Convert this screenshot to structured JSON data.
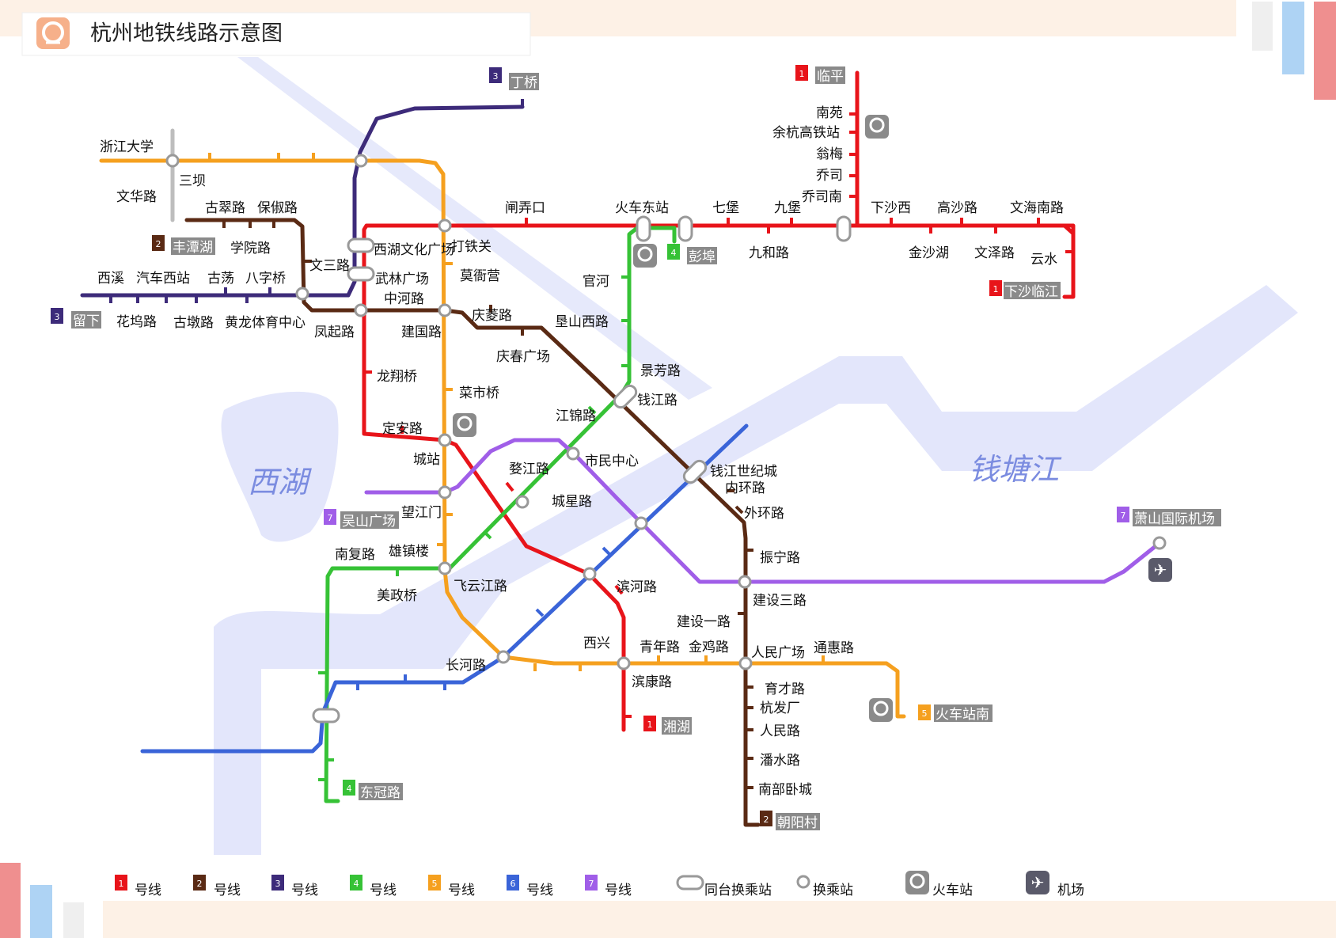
{
  "title": "杭州地铁线路示意图",
  "colors": {
    "line1": "#e8141a",
    "line2": "#5a2a14",
    "line3": "#3d2b7a",
    "line4": "#36c236",
    "line5": "#f5a01f",
    "line6": "#3a64d8",
    "line7": "#a05ee8",
    "sanba": "#bdbdbd",
    "water": "#e3e6fb",
    "header": "#fdf1e6",
    "icon": "#8a8a8a"
  },
  "lakes": {
    "west": "西湖",
    "river": "钱塘江"
  },
  "badge_numbers": {
    "l1": "1",
    "l2": "2",
    "l3": "3",
    "l4": "4",
    "l5": "5",
    "l6": "6",
    "l7": "7"
  },
  "terminals": {
    "t1_north": "临平",
    "t1_east": "下沙临江",
    "t1_south": "湘湖",
    "t2_west": "丰潭湖",
    "t2_south": "朝阳村",
    "t3_north": "丁桥",
    "t3_west": "留下",
    "t4_north": "彭埠",
    "t4_south": "东冠路",
    "t5_east": "火车站南",
    "t7_west": "吴山广场",
    "t7_east": "萧山国际机场"
  },
  "stations": {
    "nanyuan": "南苑",
    "yuhang_gaotie": "余杭高铁站",
    "wengmei": "翁梅",
    "qiaosi": "乔司",
    "qiaosinan": "乔司南",
    "xiashaxi": "下沙西",
    "gaoshalu": "高沙路",
    "wenhai_nanlu": "文海南路",
    "jinshahu": "金沙湖",
    "wenzelu": "文泽路",
    "yunshui": "云水",
    "qibao": "七堡",
    "jiubao": "九堡",
    "jiuhelu": "九和路",
    "huochedong": "火车东站",
    "zhanongkou": "闸弄口",
    "zju": "浙江大学",
    "sanba": "三坝",
    "wenhualu": "文华路",
    "gucuilu": "古翠路",
    "baochulu": "保俶路",
    "xueyuanlu": "学院路",
    "wensanlu": "文三路",
    "xihu_wenhua": "西湖文化广场",
    "dadieguan": "打铁关",
    "wulin": "武林广场",
    "moqiying": "莫衙营",
    "zhonghelu": "中河路",
    "xixi": "西溪",
    "qichexizhan": "汽车西站",
    "gudang": "古荡",
    "baziqiao": "八字桥",
    "huawulu": "花坞路",
    "gudunlu": "古墩路",
    "huanglong": "黄龙体育中心",
    "fengqilu": "凤起路",
    "jianguolu": "建国路",
    "qingtailu": "庆菱路",
    "qingchun": "庆春广场",
    "guanhe": "官河",
    "gaoshan_xilu": "垦山西路",
    "longxiangqiao": "龙翔桥",
    "caishiqiao": "菜市桥",
    "jingfanglu": "景芳路",
    "qianjianglu": "钱江路",
    "jiangjinlu": "江锦路",
    "dinganlu": "定安路",
    "chengzhan": "城站",
    "wujianglu": "婺江路",
    "shiminzhongxin": "市民中心",
    "qianjiang_shiji": "钱江世纪城",
    "neihuanlu": "内环路",
    "waihuanlu": "外环路",
    "chengxinglu": "城星路",
    "wangjiangmen": "望江门",
    "xiongzhenlou": "雄镇楼",
    "nanfulu": "南复路",
    "zhenninglu": "振宁路",
    "meizhengqiao": "美政桥",
    "feiyunjianglu": "飞云江路",
    "binhelu": "滨河路",
    "jiansanlu": "建设三路",
    "jianyilu": "建设一路",
    "xixing": "西兴",
    "qingnianlu": "青年路",
    "jinjilu": "金鸡路",
    "renminguangchang": "人民广场",
    "tonghuilu": "通惠路",
    "changhelu": "长河路",
    "binkanglu": "滨康路",
    "yucailu": "育才路",
    "hangfachang": "杭发厂",
    "renminlu": "人民路",
    "panshuilu": "潘水路",
    "nanbuwocheng": "南部卧城"
  },
  "legend": {
    "l1": "号线",
    "l2": "号线",
    "l3": "号线",
    "l4": "号线",
    "l5": "号线",
    "l6": "号线",
    "l7": "号线",
    "same_platform": "同台换乘站",
    "transfer": "换乘站",
    "train": "火车站",
    "airport": "机场"
  }
}
